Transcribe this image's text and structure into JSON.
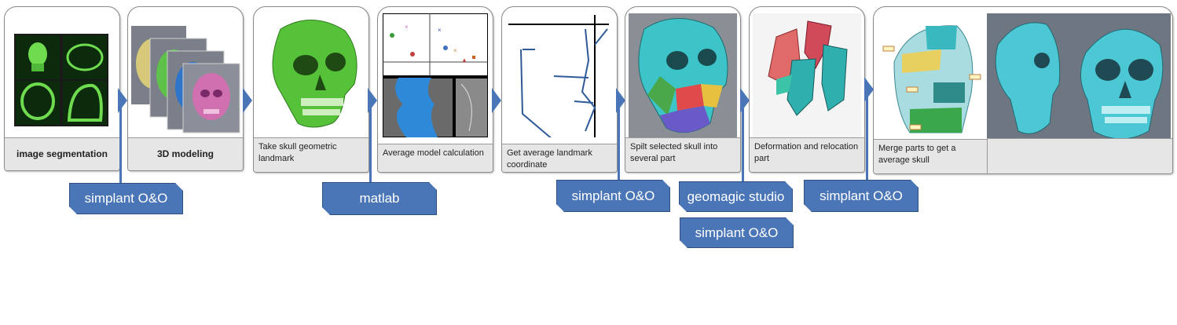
{
  "steps": [
    {
      "caption": "image segmentation"
    },
    {
      "caption": "3D modeling"
    },
    {
      "caption": "Take skull geometric landmark"
    },
    {
      "caption": "Average model calculation"
    },
    {
      "caption": "Get average landmark coordinate"
    },
    {
      "caption": "Spilt selected skull into several part"
    },
    {
      "caption": "Deformation and relocation part"
    },
    {
      "caption": "Merge parts to get a average skull"
    }
  ],
  "tools": {
    "t1": "simplant O&O",
    "t2": "matlab",
    "t3": "simplant O&O",
    "t4": "geomagic studio",
    "t5": "simplant O&O",
    "t6": "simplant O&O"
  },
  "colors": {
    "accent": "#4a76b8",
    "skull_green": "#55c23a",
    "skull_cyan": "#3cc4c8",
    "skull_pink": "#d070b0"
  }
}
